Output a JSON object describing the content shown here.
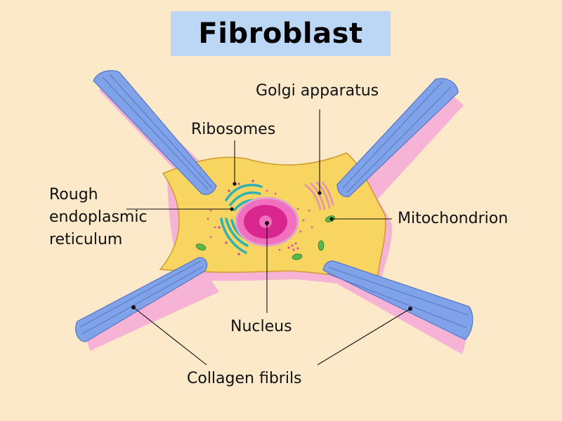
{
  "title": "Fibroblast",
  "labels": {
    "golgi": "Golgi apparatus",
    "ribosomes": "Ribosomes",
    "rer": [
      "Rough",
      "endoplasmic",
      "reticulum"
    ],
    "mitochondrion": "Mitochondrion",
    "nucleus": "Nucleus",
    "collagen": "Collagen fibrils"
  },
  "colors": {
    "background": "#fbe9c9",
    "title_box": "#bcd7f6",
    "cell_body": "#f8d461",
    "cell_outline": "#d19a31",
    "cell_shadow": "#f7b3d6",
    "fibril": "#7fa2e8",
    "fibril_dark": "#5576c6",
    "nucleus_outer": "#f06fbf",
    "nucleus_inner": "#d9268f",
    "rer": "#2fb1b4",
    "golgi": "#e39aa9",
    "mitochondria": "#58b74b"
  }
}
